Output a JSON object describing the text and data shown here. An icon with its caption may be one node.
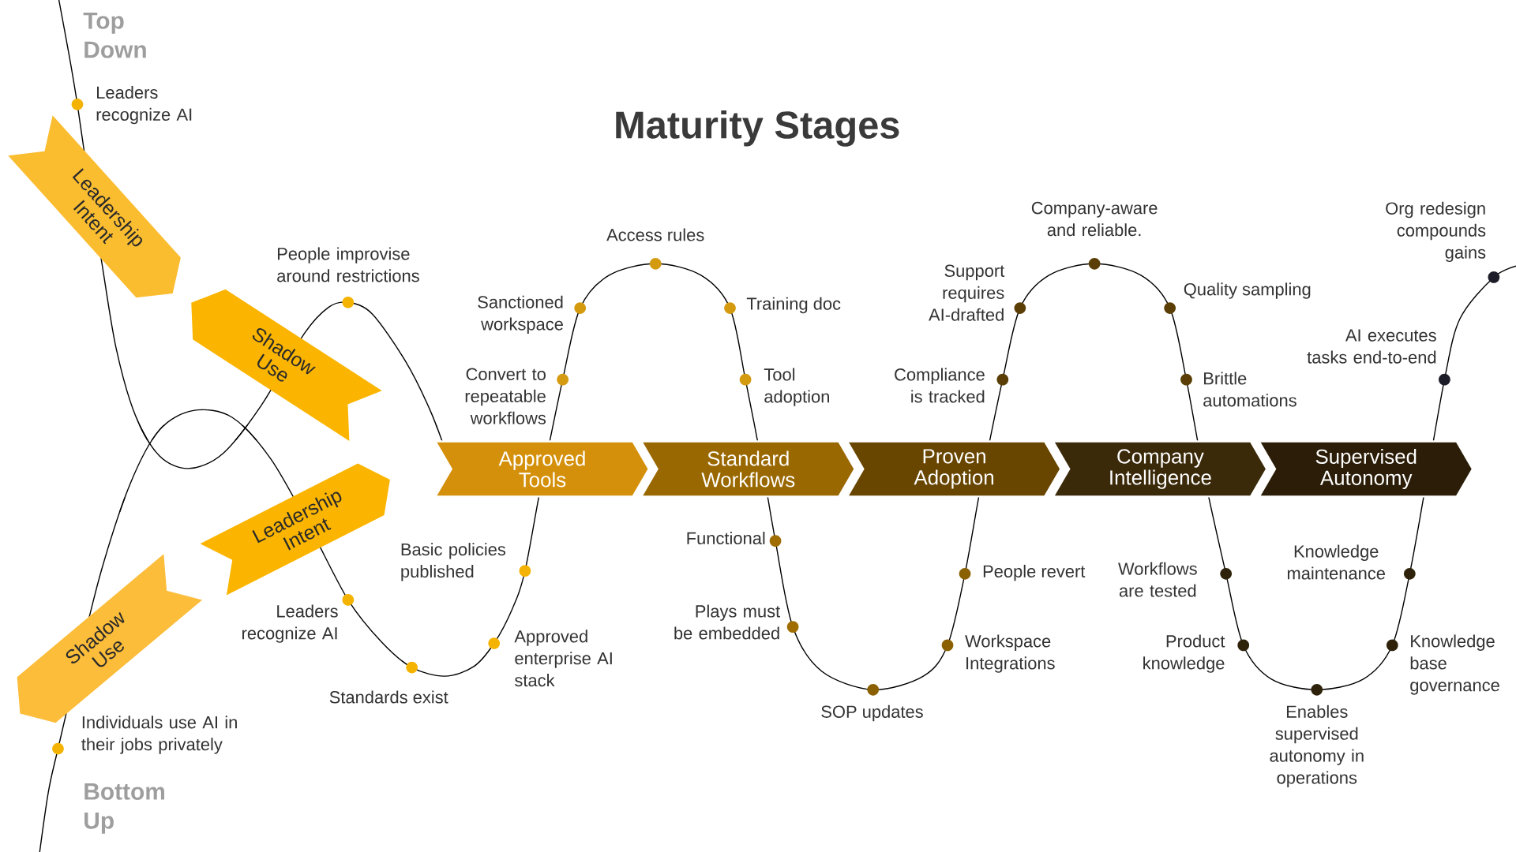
{
  "diagram": {
    "title": "Maturity Stages",
    "nodes": [
      {
        "text": [
          "Approved Tools"
        ]
      },
      {
        "text": [
          "Standard Workflows"
        ]
      },
      {
        "text": [
          "Proven Adoption"
        ]
      },
      {
        "text": [
          "Company Intelligence"
        ]
      },
      {
        "text": [
          "Supervised Autonomy"
        ]
      },
      {
        "text": [
          "Leadership Intent"
        ]
      },
      {
        "text": [
          "Shadow Use"
        ]
      },
      {
        "text": [
          "Leadership Intent"
        ]
      },
      {
        "text": [
          "Shadow Use"
        ]
      }
    ],
    "labels": [
      "Top Down",
      "Leaders recognize AI",
      "People improvise around restrictions",
      "Access rules",
      "Sanctioned workspace",
      "Training doc",
      "Convert to repeatable workflows",
      "Tool adoption",
      "Company-aware and reliable.",
      "Support requires AI-drafted",
      "Quality sampling",
      "Compliance is tracked",
      "Brittle automations",
      "Org redesign compounds gains",
      "AI executes tasks end-to-end",
      "Basic policies published",
      "Functional",
      "People revert",
      "Workflows are tested",
      "Knowledge maintenance",
      "Leaders recognize AI",
      "Plays must be embedded",
      "Approved enterprise AI stack",
      "Workspace Integrations",
      "Product knowledge",
      "Knowledge base governance",
      "Standards exist",
      "SOP updates",
      "Enables supervised autonomy in operations",
      "Individuals use AI in their jobs privately",
      "Bottom Up"
    ]
  }
}
